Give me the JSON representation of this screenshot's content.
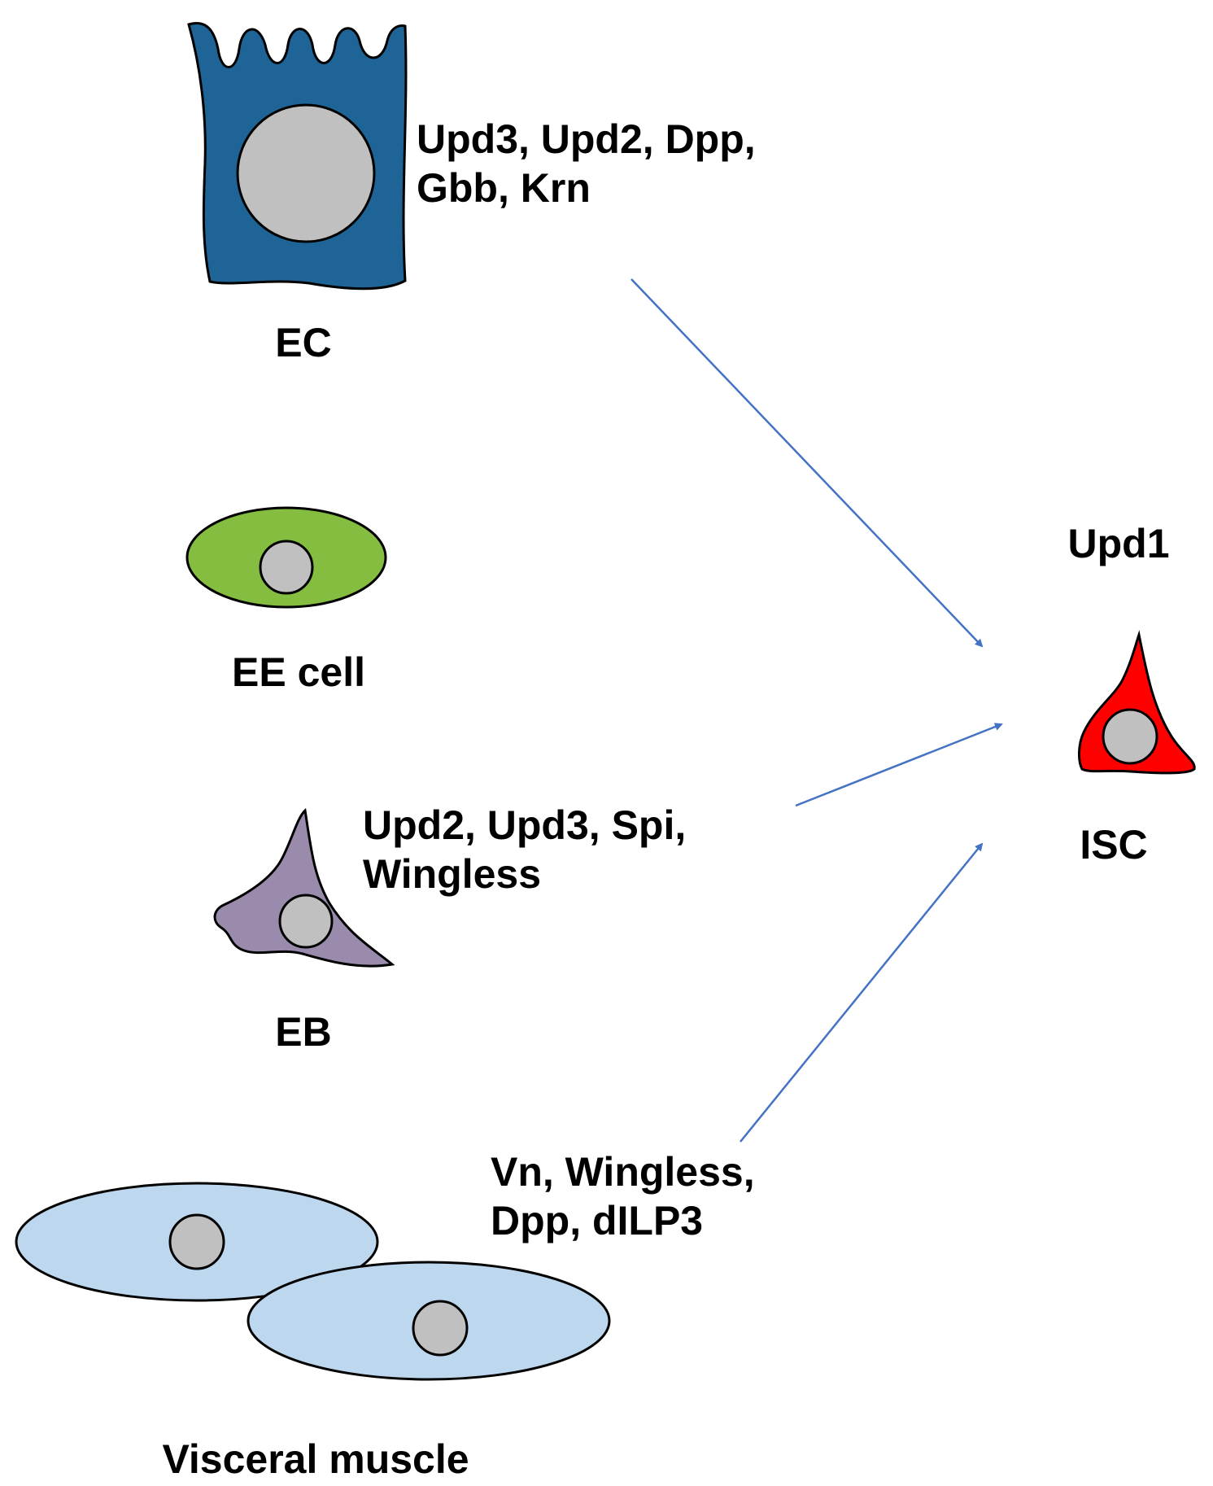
{
  "cells": {
    "ec": {
      "label": "EC",
      "signals": [
        "Upd3, Upd2, Dpp,",
        "Gbb, Krn"
      ],
      "color": "#1e6496"
    },
    "ee": {
      "label": "EE cell",
      "color": "#84bd3f"
    },
    "eb": {
      "label": "EB",
      "signals": [
        "Upd2, Upd3, Spi,",
        "Wingless"
      ],
      "color": "#9a8bac"
    },
    "visceral_muscle": {
      "label": "Visceral muscle",
      "signals": [
        "Vn, Wingless,",
        "Dpp, dILP3"
      ],
      "color": "#bdd7ee"
    },
    "isc": {
      "label": "ISC",
      "signal": "Upd1",
      "color": "#ff0000"
    }
  },
  "colors": {
    "nucleus": "#c0c0c0",
    "arrow": "#4472c4",
    "outline": "#000000"
  }
}
